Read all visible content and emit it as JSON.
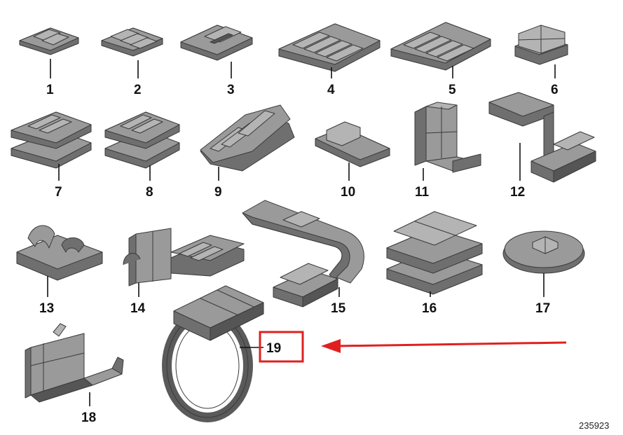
{
  "diagram": {
    "part_labels": [
      "1",
      "2",
      "3",
      "4",
      "5",
      "6",
      "7",
      "8",
      "9",
      "10",
      "11",
      "12",
      "13",
      "14",
      "15",
      "16",
      "17",
      "18",
      "19"
    ],
    "highlighted_part": "19",
    "catalog_number": "235923",
    "colors": {
      "part_fill": "#9a9a9a",
      "part_shadow": "#6f6f6f",
      "highlight_box": "#e02020",
      "arrow": "#e02020",
      "label_text": "#111111"
    },
    "icons": [
      "red-arrow-left-icon",
      "highlight-box"
    ]
  }
}
